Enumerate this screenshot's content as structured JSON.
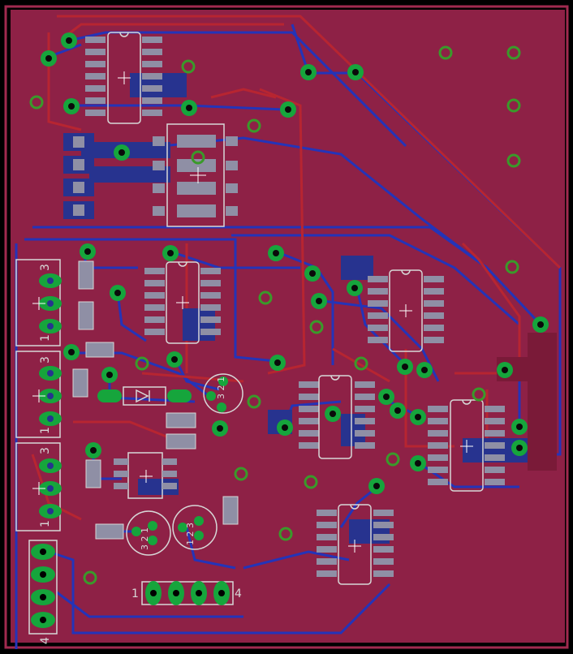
{
  "colors": {
    "background": "#000000",
    "copper_top": "#8e2146",
    "copper_bottom": "#27338f",
    "trace_top": "#c0272e",
    "trace_bottom": "#2232b4",
    "via": "#3a8a2a",
    "pad": "#16a53c",
    "silk": "#d7d7d7",
    "smd_pad": "#8f8fa5"
  },
  "labels": {
    "header1_pin1": "1",
    "header1_pin3": "3",
    "header2_pin1": "1",
    "header2_pin3": "3",
    "header3_pin1": "1",
    "header3_pin3": "3",
    "connector_bottom_1": "1",
    "connector_bottom_4": "4",
    "connector_left_4": "4",
    "transistor1_pins": "3 2 1",
    "transistor2_pins": "3 2 1",
    "transistor3_pins": "1 2 3"
  }
}
